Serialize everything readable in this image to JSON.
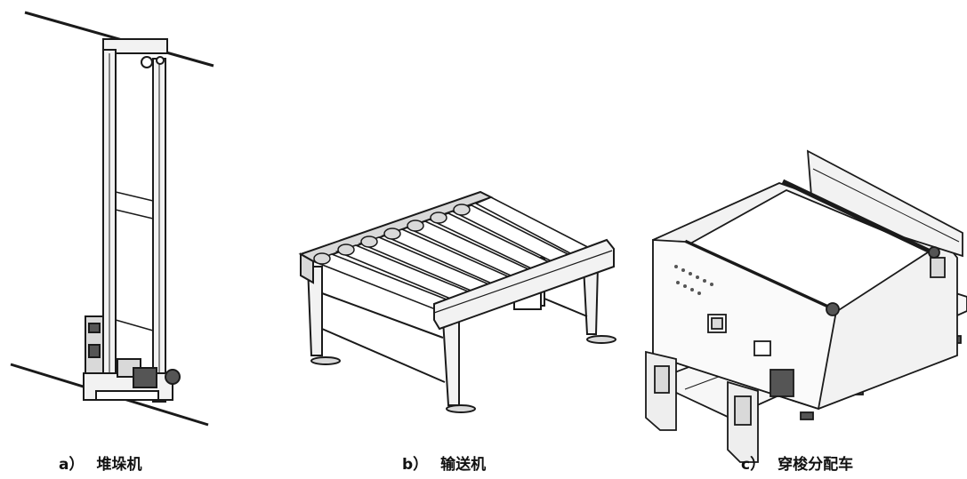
{
  "captions": {
    "a": {
      "tag": "a）",
      "label": "堆垛机"
    },
    "b": {
      "tag": "b）",
      "label": "输送机"
    },
    "c": {
      "tag": "c）",
      "label": "穿梭分配车"
    }
  },
  "colors": {
    "line": "#1a1a1a",
    "fill_light": "#f2f2f2",
    "fill_mid": "#d9d9d9",
    "fill_dark": "#555555"
  }
}
